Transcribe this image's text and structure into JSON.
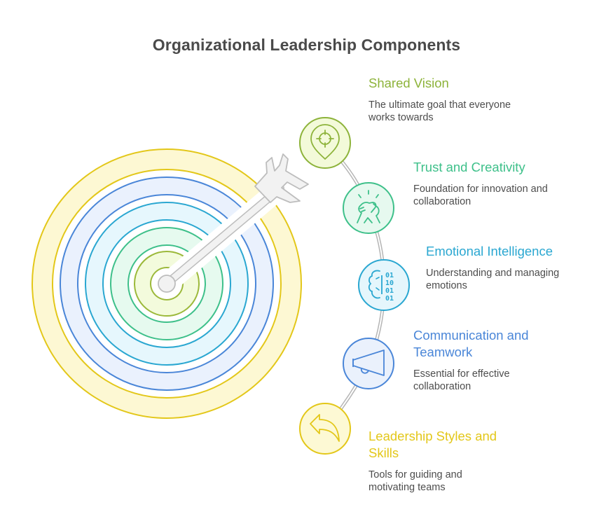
{
  "title": "Organizational Leadership Components",
  "components": [
    {
      "heading": "Shared Vision",
      "heading_lines": [
        "Shared Vision"
      ],
      "description_lines": [
        "The ultimate goal that everyone",
        "works towards"
      ],
      "icon": "map-pin-target-icon",
      "color": "#8db33a",
      "fill": "#f3fad9"
    },
    {
      "heading": "Trust and Creativity",
      "heading_lines": [
        "Trust and Creativity"
      ],
      "description_lines": [
        "Foundation for innovation and",
        "collaboration"
      ],
      "icon": "handshake-icon",
      "color": "#3ec08a",
      "fill": "#e6f9ef"
    },
    {
      "heading": "Emotional Intelligence",
      "heading_lines": [
        "Emotional Intelligence"
      ],
      "description_lines": [
        "Understanding and managing",
        "emotions"
      ],
      "icon": "brain-binary-icon",
      "color": "#2aa7d1",
      "fill": "#e5f6fc"
    },
    {
      "heading": "Communication and Teamwork",
      "heading_lines": [
        "Communication and",
        "Teamwork"
      ],
      "description_lines": [
        "Essential for effective",
        "collaboration"
      ],
      "icon": "megaphone-icon",
      "color": "#4a86d8",
      "fill": "#eaf1fc"
    },
    {
      "heading": "Leadership Styles and Skills",
      "heading_lines": [
        "Leadership Styles and",
        "Skills"
      ],
      "description_lines": [
        "Tools for guiding and",
        "motivating teams"
      ],
      "icon": "reply-arrow-icon",
      "color": "#e3c719",
      "fill": "#fdf9d4"
    }
  ],
  "target": {
    "rings": [
      {
        "name": "leadership-styles-ring",
        "stroke": "#e3c719",
        "fill": "#fdf8d3"
      },
      {
        "name": "communication-ring",
        "stroke": "#4a86d8",
        "fill": "#eaf1fd"
      },
      {
        "name": "emotional-intelligence-ring",
        "stroke": "#2aa7d1",
        "fill": "#e6f7fd"
      },
      {
        "name": "trust-creativity-ring",
        "stroke": "#3ec08a",
        "fill": "#e6faef"
      },
      {
        "name": "shared-vision-ring",
        "stroke": "#9cb93a",
        "fill": "#f3fbdc"
      }
    ],
    "arrow_color": "#bdbdbd",
    "arrow_fill": "#f2f2f2"
  }
}
